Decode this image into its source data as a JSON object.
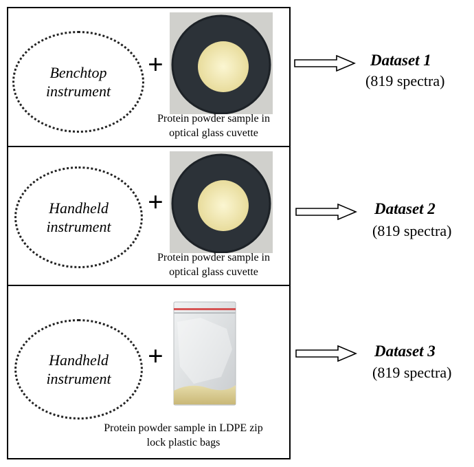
{
  "panels": [
    {
      "instrument": "Benchtop instrument",
      "instrument_line1": "Benchtop",
      "instrument_line2": "instrument",
      "plus": "+",
      "sample_caption_line1": "Protein powder sample in",
      "sample_caption_line2": "optical glass cuvette",
      "sample_image": "cuvette-photo",
      "dataset_title": "Dataset 1",
      "dataset_count": "(819 spectra)"
    },
    {
      "instrument": "Handheld instrument",
      "instrument_line1": "Handheld",
      "instrument_line2": "instrument",
      "plus": "+",
      "sample_caption_line1": "Protein powder sample in",
      "sample_caption_line2": "optical glass cuvette",
      "sample_image": "cuvette-photo",
      "dataset_title": "Dataset 2",
      "dataset_count": "(819 spectra)"
    },
    {
      "instrument": "Handheld instrument",
      "instrument_line1": "Handheld",
      "instrument_line2": "instrument",
      "plus": "+",
      "sample_caption_line1": "Protein powder sample in LDPE zip",
      "sample_caption_line2": "lock plastic bags",
      "sample_image": "zip-bag-photo",
      "dataset_title": "Dataset 3",
      "dataset_count": "(819 spectra)"
    }
  ],
  "colors": {
    "cuvette_dark": "#2a3036",
    "powder": "#f2eab8",
    "bag": "#dfe2e4",
    "bag_powder": "#d8c98a",
    "zip_red": "#d23a3a"
  }
}
